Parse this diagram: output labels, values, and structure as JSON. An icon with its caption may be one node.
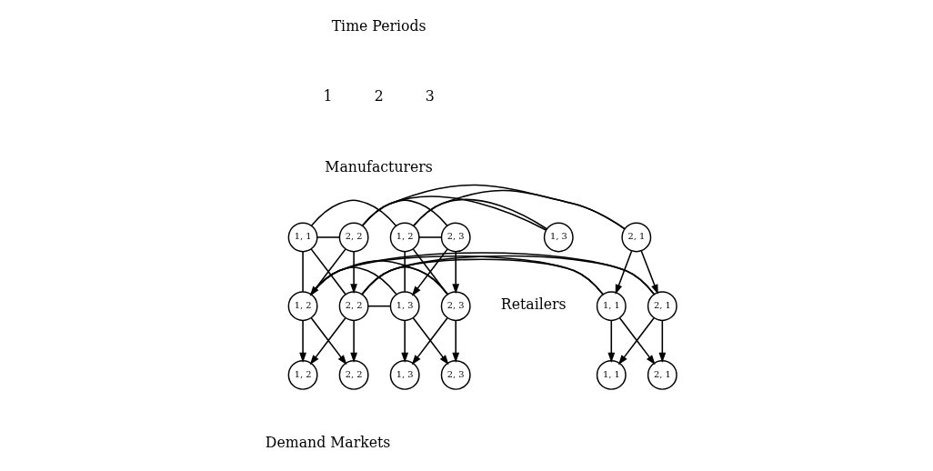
{
  "diagram": {
    "nodes": [
      {
        "text": [
          "1, 1"
        ]
      },
      {
        "text": [
          "2, 1"
        ]
      },
      {
        "text": [
          "1, 2"
        ]
      },
      {
        "text": [
          "2, 2"
        ]
      },
      {
        "text": [
          "1, 3"
        ]
      },
      {
        "text": [
          "2, 3"
        ]
      },
      {
        "text": [
          "1, 1"
        ]
      },
      {
        "text": [
          "2, 1"
        ]
      },
      {
        "text": [
          "1, 2"
        ]
      },
      {
        "text": [
          "2, 2"
        ]
      },
      {
        "text": [
          "1, 3"
        ]
      },
      {
        "text": [
          "2, 3"
        ]
      },
      {
        "text": [
          "1, 1"
        ]
      },
      {
        "text": [
          "2, 1"
        ]
      },
      {
        "text": [
          "1, 2"
        ]
      },
      {
        "text": [
          "2, 2"
        ]
      },
      {
        "text": [
          "1, 3"
        ]
      },
      {
        "text": [
          "2, 3"
        ]
      }
    ],
    "edges": [
      {
        "from": 0,
        "to": 2,
        "arrow": "none"
      },
      {
        "from": 0,
        "to": 3,
        "arrow": "none"
      },
      {
        "from": 1,
        "to": 2,
        "arrow": "none"
      },
      {
        "from": 1,
        "to": 3,
        "arrow": "none"
      },
      {
        "from": 2,
        "to": 4,
        "arrow": "none"
      },
      {
        "from": 2,
        "to": 5,
        "arrow": "none"
      },
      {
        "from": 3,
        "to": 4,
        "arrow": "none"
      },
      {
        "from": 3,
        "to": 5,
        "arrow": "none"
      },
      {
        "from": 0,
        "to": 8,
        "arrow": "none"
      },
      {
        "from": 0,
        "to": 9,
        "arrow": "none"
      },
      {
        "from": 1,
        "to": 6,
        "arrow": "to"
      },
      {
        "from": 1,
        "to": 7,
        "arrow": "to"
      },
      {
        "from": 2,
        "to": 10,
        "arrow": "none"
      },
      {
        "from": 2,
        "to": 11,
        "arrow": "none"
      },
      {
        "from": 3,
        "to": 8,
        "arrow": "to"
      },
      {
        "from": 3,
        "to": 9,
        "arrow": "to"
      },
      {
        "from": 5,
        "to": 10,
        "arrow": "to"
      },
      {
        "from": 5,
        "to": 11,
        "arrow": "to"
      },
      {
        "from": 6,
        "to": 8,
        "arrow": "none"
      },
      {
        "from": 6,
        "to": 9,
        "arrow": "none"
      },
      {
        "from": 7,
        "to": 8,
        "arrow": "none"
      },
      {
        "from": 7,
        "to": 9,
        "arrow": "none"
      },
      {
        "from": 8,
        "to": 10,
        "arrow": "none"
      },
      {
        "from": 8,
        "to": 11,
        "arrow": "none"
      },
      {
        "from": 9,
        "to": 10,
        "arrow": "none"
      },
      {
        "from": 9,
        "to": 11,
        "arrow": "none"
      },
      {
        "from": 6,
        "to": 12,
        "arrow": "to"
      },
      {
        "from": 6,
        "to": 13,
        "arrow": "to"
      },
      {
        "from": 7,
        "to": 12,
        "arrow": "to"
      },
      {
        "from": 7,
        "to": 13,
        "arrow": "to"
      },
      {
        "from": 8,
        "to": 14,
        "arrow": "to"
      },
      {
        "from": 8,
        "to": 15,
        "arrow": "to"
      },
      {
        "from": 9,
        "to": 14,
        "arrow": "to"
      },
      {
        "from": 9,
        "to": 15,
        "arrow": "to"
      },
      {
        "from": 10,
        "to": 16,
        "arrow": "to"
      },
      {
        "from": 10,
        "to": 17,
        "arrow": "to"
      },
      {
        "from": 11,
        "to": 16,
        "arrow": "to"
      },
      {
        "from": 11,
        "to": 17,
        "arrow": "to"
      }
    ],
    "labels": [
      "Time Periods",
      "1",
      "2",
      "3",
      "Manufacturers",
      "Retailers",
      "Demand Markets"
    ]
  }
}
